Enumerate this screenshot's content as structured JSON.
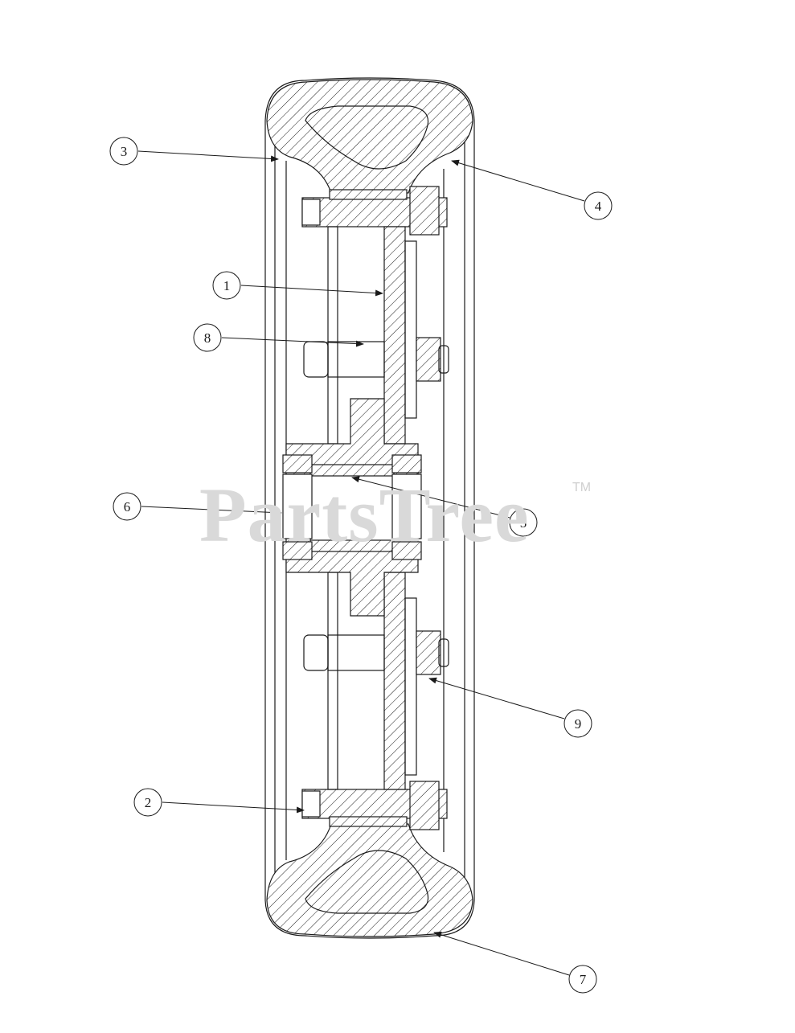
{
  "watermark": {
    "brand": "PartsTree",
    "trademark": "TM"
  },
  "callouts": [
    {
      "id": "3",
      "label": "3"
    },
    {
      "id": "4",
      "label": "4"
    },
    {
      "id": "1",
      "label": "1"
    },
    {
      "id": "8",
      "label": "8"
    },
    {
      "id": "6",
      "label": "6"
    },
    {
      "id": "5",
      "label": "5"
    },
    {
      "id": "9",
      "label": "9"
    },
    {
      "id": "2",
      "label": "2"
    },
    {
      "id": "7",
      "label": "7"
    }
  ],
  "colors": {
    "line": "#1a1a1a",
    "watermark": "#d9d9d9",
    "background": "#ffffff"
  }
}
